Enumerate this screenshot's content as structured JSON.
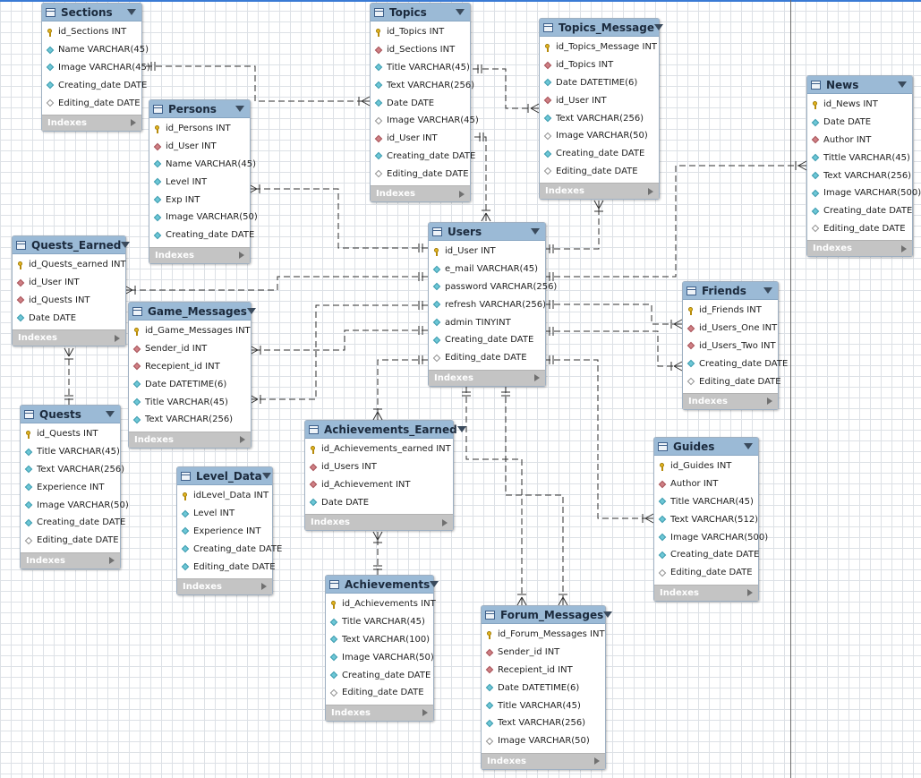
{
  "indexes_label": "Indexes",
  "tables": [
    {
      "key": "sections",
      "name": "Sections",
      "columns": [
        {
          "icon": "pk",
          "text": "id_Sections INT"
        },
        {
          "icon": "nn",
          "text": "Name VARCHAR(45)"
        },
        {
          "icon": "nn",
          "text": "Image VARCHAR(45)"
        },
        {
          "icon": "nn",
          "text": "Creating_date DATE"
        },
        {
          "icon": "nl",
          "text": "Editing_date DATE"
        }
      ]
    },
    {
      "key": "topics",
      "name": "Topics",
      "columns": [
        {
          "icon": "pk",
          "text": "id_Topics INT"
        },
        {
          "icon": "fk",
          "text": "id_Sections INT"
        },
        {
          "icon": "nn",
          "text": "Title VARCHAR(45)"
        },
        {
          "icon": "nn",
          "text": "Text VARCHAR(256)"
        },
        {
          "icon": "nn",
          "text": "Date DATE"
        },
        {
          "icon": "nl",
          "text": "Image VARCHAR(45)"
        },
        {
          "icon": "fk",
          "text": "id_User INT"
        },
        {
          "icon": "nn",
          "text": "Creating_date DATE"
        },
        {
          "icon": "nl",
          "text": "Editing_date DATE"
        }
      ]
    },
    {
      "key": "topics_message",
      "name": "Topics_Message",
      "columns": [
        {
          "icon": "pk",
          "text": "id_Topics_Message INT"
        },
        {
          "icon": "fk",
          "text": "id_Topics INT"
        },
        {
          "icon": "nn",
          "text": "Date DATETIME(6)"
        },
        {
          "icon": "fk",
          "text": "id_User INT"
        },
        {
          "icon": "nn",
          "text": "Text VARCHAR(256)"
        },
        {
          "icon": "nl",
          "text": "Image VARCHAR(50)"
        },
        {
          "icon": "nn",
          "text": "Creating_date DATE"
        },
        {
          "icon": "nl",
          "text": "Editing_date DATE"
        }
      ]
    },
    {
      "key": "news",
      "name": "News",
      "columns": [
        {
          "icon": "pk",
          "text": "id_News INT"
        },
        {
          "icon": "nn",
          "text": "Date DATE"
        },
        {
          "icon": "fk",
          "text": "Author INT"
        },
        {
          "icon": "nn",
          "text": "Tittle VARCHAR(45)"
        },
        {
          "icon": "nn",
          "text": "Text VARCHAR(256)"
        },
        {
          "icon": "nn",
          "text": "Image VARCHAR(500)"
        },
        {
          "icon": "nn",
          "text": "Creating_date DATE"
        },
        {
          "icon": "nl",
          "text": "Editing_date DATE"
        }
      ]
    },
    {
      "key": "persons",
      "name": "Persons",
      "columns": [
        {
          "icon": "pk",
          "text": "id_Persons INT"
        },
        {
          "icon": "fk",
          "text": "id_User INT"
        },
        {
          "icon": "nn",
          "text": "Name VARCHAR(45)"
        },
        {
          "icon": "nn",
          "text": "Level INT"
        },
        {
          "icon": "nn",
          "text": "Exp INT"
        },
        {
          "icon": "nn",
          "text": "Image VARCHAR(50)"
        },
        {
          "icon": "nn",
          "text": "Creating_date DATE"
        }
      ]
    },
    {
      "key": "users",
      "name": "Users",
      "columns": [
        {
          "icon": "pk",
          "text": "id_User INT"
        },
        {
          "icon": "nn",
          "text": "e_mail VARCHAR(45)"
        },
        {
          "icon": "nn",
          "text": "password VARCHAR(256)"
        },
        {
          "icon": "nn",
          "text": "refresh VARCHAR(256)"
        },
        {
          "icon": "nn",
          "text": "admin TINYINT"
        },
        {
          "icon": "nn",
          "text": "Creating_date DATE"
        },
        {
          "icon": "nl",
          "text": "Editing_date DATE"
        }
      ]
    },
    {
      "key": "quests_earned",
      "name": "Quests_Earned",
      "columns": [
        {
          "icon": "pk",
          "text": "id_Quests_earned INT"
        },
        {
          "icon": "fk",
          "text": "id_User INT"
        },
        {
          "icon": "fk",
          "text": "id_Quests INT"
        },
        {
          "icon": "nn",
          "text": "Date DATE"
        }
      ]
    },
    {
      "key": "game_messages",
      "name": "Game_Messages",
      "columns": [
        {
          "icon": "pk",
          "text": "id_Game_Messages INT"
        },
        {
          "icon": "fk",
          "text": "Sender_id INT"
        },
        {
          "icon": "fk",
          "text": "Recepient_id INT"
        },
        {
          "icon": "nn",
          "text": "Date DATETIME(6)"
        },
        {
          "icon": "nn",
          "text": "Title VARCHAR(45)"
        },
        {
          "icon": "nn",
          "text": "Text VARCHAR(256)"
        }
      ]
    },
    {
      "key": "friends",
      "name": "Friends",
      "columns": [
        {
          "icon": "pk",
          "text": "id_Friends INT"
        },
        {
          "icon": "fk",
          "text": "id_Users_One INT"
        },
        {
          "icon": "fk",
          "text": "id_Users_Two INT"
        },
        {
          "icon": "nn",
          "text": "Creating_date DATE"
        },
        {
          "icon": "nl",
          "text": "Editing_date DATE"
        }
      ]
    },
    {
      "key": "quests",
      "name": "Quests",
      "columns": [
        {
          "icon": "pk",
          "text": "id_Quests INT"
        },
        {
          "icon": "nn",
          "text": "Title VARCHAR(45)"
        },
        {
          "icon": "nn",
          "text": "Text VARCHAR(256)"
        },
        {
          "icon": "nn",
          "text": "Experience INT"
        },
        {
          "icon": "nn",
          "text": "Image VARCHAR(50)"
        },
        {
          "icon": "nn",
          "text": "Creating_date DATE"
        },
        {
          "icon": "nl",
          "text": "Editing_date DATE"
        }
      ]
    },
    {
      "key": "achievements_earned",
      "name": "Achievements_Earned",
      "columns": [
        {
          "icon": "pk",
          "text": "id_Achievements_earned INT"
        },
        {
          "icon": "fk",
          "text": "id_Users INT"
        },
        {
          "icon": "fk",
          "text": "id_Achievement INT"
        },
        {
          "icon": "nn",
          "text": "Date DATE"
        }
      ]
    },
    {
      "key": "level_data",
      "name": "Level_Data",
      "columns": [
        {
          "icon": "pk",
          "text": "idLevel_Data INT"
        },
        {
          "icon": "nn",
          "text": "Level INT"
        },
        {
          "icon": "nn",
          "text": "Experience INT"
        },
        {
          "icon": "nn",
          "text": "Creating_date DATE"
        },
        {
          "icon": "nn",
          "text": "Editing_date DATE"
        }
      ]
    },
    {
      "key": "guides",
      "name": "Guides",
      "columns": [
        {
          "icon": "pk",
          "text": "id_Guides INT"
        },
        {
          "icon": "fk",
          "text": "Author INT"
        },
        {
          "icon": "nn",
          "text": "Title VARCHAR(45)"
        },
        {
          "icon": "nn",
          "text": "Text VARCHAR(512)"
        },
        {
          "icon": "nn",
          "text": "Image VARCHAR(500)"
        },
        {
          "icon": "nn",
          "text": "Creating_date DATE"
        },
        {
          "icon": "nl",
          "text": "Editing_date DATE"
        }
      ]
    },
    {
      "key": "achievements",
      "name": "Achievements",
      "columns": [
        {
          "icon": "pk",
          "text": "id_Achievements INT"
        },
        {
          "icon": "nn",
          "text": "Title VARCHAR(45)"
        },
        {
          "icon": "nn",
          "text": "Text VARCHAR(100)"
        },
        {
          "icon": "nn",
          "text": "Image VARCHAR(50)"
        },
        {
          "icon": "nn",
          "text": "Creating_date DATE"
        },
        {
          "icon": "nl",
          "text": "Editing_date DATE"
        }
      ]
    },
    {
      "key": "forum_messages",
      "name": "Forum_Messages",
      "columns": [
        {
          "icon": "pk",
          "text": "id_Forum_Messages INT"
        },
        {
          "icon": "fk",
          "text": "Sender_id INT"
        },
        {
          "icon": "fk",
          "text": "Recepient_id INT"
        },
        {
          "icon": "nn",
          "text": "Date DATETIME(6)"
        },
        {
          "icon": "nn",
          "text": "Title VARCHAR(45)"
        },
        {
          "icon": "nn",
          "text": "Text VARCHAR(256)"
        },
        {
          "icon": "nl",
          "text": "Image VARCHAR(50)"
        }
      ]
    }
  ],
  "relationships": [
    {
      "parent": "sections",
      "child": "topics"
    },
    {
      "parent": "topics",
      "child": "topics_message"
    },
    {
      "parent": "users",
      "child": "topics"
    },
    {
      "parent": "users",
      "child": "topics_message"
    },
    {
      "parent": "users",
      "child": "persons"
    },
    {
      "parent": "users",
      "child": "news"
    },
    {
      "parent": "users",
      "child": "quests_earned"
    },
    {
      "parent": "quests",
      "child": "quests_earned"
    },
    {
      "parent": "users",
      "child": "game_messages"
    },
    {
      "parent": "users",
      "child": "game_messages"
    },
    {
      "parent": "users",
      "child": "friends"
    },
    {
      "parent": "users",
      "child": "friends"
    },
    {
      "parent": "users",
      "child": "achievements_earned"
    },
    {
      "parent": "achievements",
      "child": "achievements_earned"
    },
    {
      "parent": "users",
      "child": "guides"
    },
    {
      "parent": "users",
      "child": "forum_messages"
    },
    {
      "parent": "users",
      "child": "forum_messages"
    }
  ]
}
